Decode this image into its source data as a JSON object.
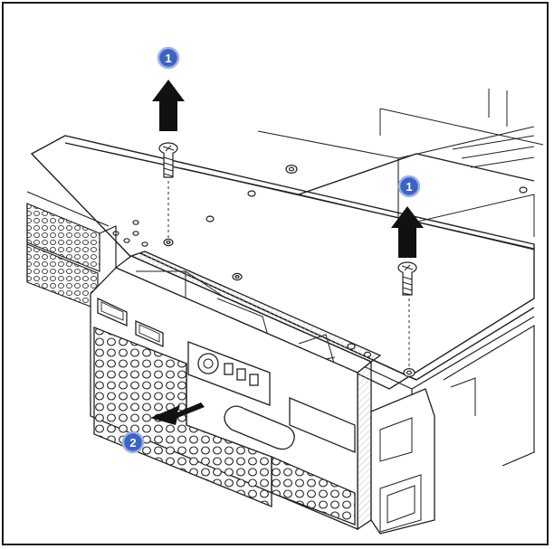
{
  "callouts": [
    {
      "id": "step-1-left",
      "label": "1"
    },
    {
      "id": "step-1-right",
      "label": "1"
    },
    {
      "id": "step-2",
      "label": "2"
    }
  ],
  "colors": {
    "callout_fill": "#3b64c4",
    "callout_ring": "#9fb3e6",
    "arrow": "#111111",
    "line": "#222222",
    "hatch": "#bdbdbd"
  },
  "icons": [
    "screw-icon",
    "up-arrow-icon",
    "left-arrow-icon",
    "usb-port-icon",
    "power-button-icon",
    "vga-port-icon"
  ]
}
